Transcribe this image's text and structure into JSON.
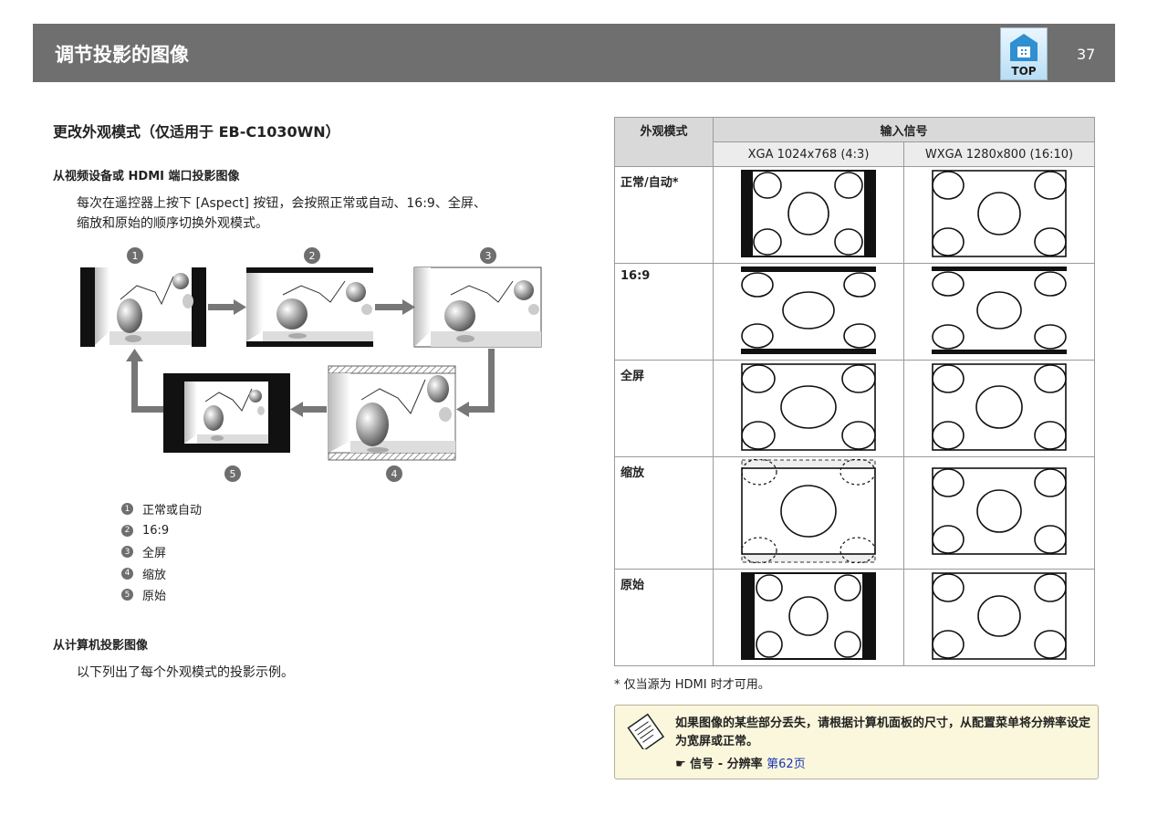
{
  "header": {
    "title": "调节投影的图像",
    "top_label": "TOP",
    "page_number": "37"
  },
  "section": {
    "title": "更改外观模式（仅适用于 EB-C1030WN）",
    "video": {
      "heading": "从视频设备或 HDMI 端口投影图像",
      "para_line1": "每次在遥控器上按下 [Aspect] 按钮，会按照正常或自动、16:9、全屏、",
      "para_line2": "缩放和原始的顺序切换外观模式。"
    },
    "diagram_numbers": [
      "1",
      "2",
      "3",
      "4",
      "5"
    ],
    "legend": [
      {
        "num": "1",
        "label": "正常或自动"
      },
      {
        "num": "2",
        "label": "16:9"
      },
      {
        "num": "3",
        "label": "全屏"
      },
      {
        "num": "4",
        "label": "缩放"
      },
      {
        "num": "5",
        "label": "原始"
      }
    ],
    "computer": {
      "heading": "从计算机投影图像",
      "para": "以下列出了每个外观模式的投影示例。"
    }
  },
  "table": {
    "col_mode": "外观模式",
    "col_input": "输入信号",
    "col_xga": "XGA  1024x768  (4:3)",
    "col_wxga": "WXGA  1280x800  (16:10)",
    "rows": [
      {
        "label": "正常/自动*"
      },
      {
        "label": "16:9"
      },
      {
        "label": "全屏"
      },
      {
        "label": "缩放"
      },
      {
        "label": "原始"
      }
    ]
  },
  "footnote": "*     仅当源为 HDMI 时才可用。",
  "note": {
    "text": "如果图像的某些部分丢失，请根据计算机面板的尺寸，从配置菜单将分辨率设定为宽屏或正常。",
    "ref_prefix": "☛  信号 - 分辨率 ",
    "ref_link": "第62页"
  },
  "colors": {
    "header_bg": "#6f6f6f",
    "note_bg": "#fbf7dc",
    "table_head": "#d9d9d9",
    "link": "#1a35b5"
  }
}
